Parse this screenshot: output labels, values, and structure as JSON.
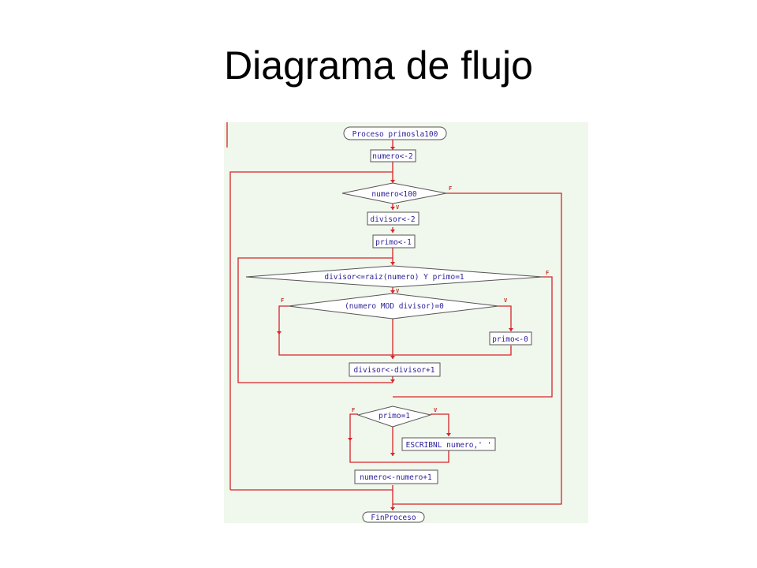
{
  "slide": {
    "title": "Diagrama de flujo"
  },
  "flowchart": {
    "colors": {
      "background": "#f0f7ec",
      "line": "#d8232a",
      "box_fill": "#ffffff",
      "box_border": "#555555",
      "text": "#2b1f9a"
    },
    "nodes": {
      "start": "Proceso primosla100",
      "init_numero": "numero<-2",
      "cond_outer": "numero<100",
      "init_divisor": "divisor<-2",
      "init_primo": "primo<-1",
      "cond_inner": "divisor<=raiz(numero) Y primo=1",
      "cond_mod": "(numero MOD divisor)=0",
      "set_primo_zero": "primo<-0",
      "inc_divisor": "divisor<-divisor+1",
      "cond_primo": "primo=1",
      "write": "ESCRIBNL numero,' '",
      "inc_numero": "numero<-numero+1",
      "end": "FinProceso"
    },
    "branch_labels": {
      "outer_false": "F",
      "outer_true": "V",
      "inner_false": "F",
      "inner_true": "V",
      "mod_false": "F",
      "mod_true": "V",
      "primo_false": "F",
      "primo_true": "V"
    }
  }
}
